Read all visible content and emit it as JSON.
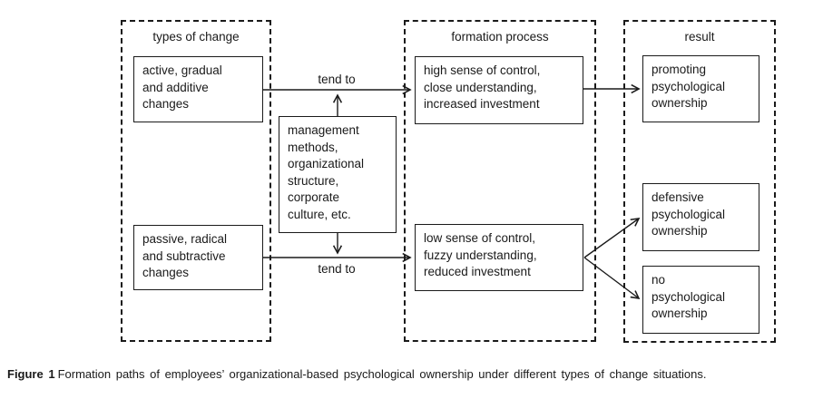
{
  "figure": {
    "columns": [
      {
        "title": "types of change"
      },
      {
        "title": "formation process"
      },
      {
        "title": "result"
      }
    ],
    "nodes": {
      "active": "active, gradual\nand additive\nchanges",
      "passive": "passive, radical\nand subtractive\nchanges",
      "management": "management\nmethods,\norganizational\nstructure,\ncorporate\nculture, etc.",
      "high": "high sense of control,\nclose understanding,\nincreased investment",
      "low": "low sense of control,\nfuzzy understanding,\nreduced investment",
      "promoting": "promoting\npsychological\nownership",
      "defensive": "defensive\npsychological\nownership",
      "none": "no\npsychological\nownership"
    },
    "edge_labels": {
      "tend_to_top": "tend to",
      "tend_to_bottom": "tend to"
    }
  },
  "caption": {
    "label": "Figure 1",
    "text": "Formation paths of employees’ organizational-based psychological ownership under different types of change situations."
  },
  "colors": {
    "ink": "#1a1a1a",
    "background": "#ffffff"
  }
}
